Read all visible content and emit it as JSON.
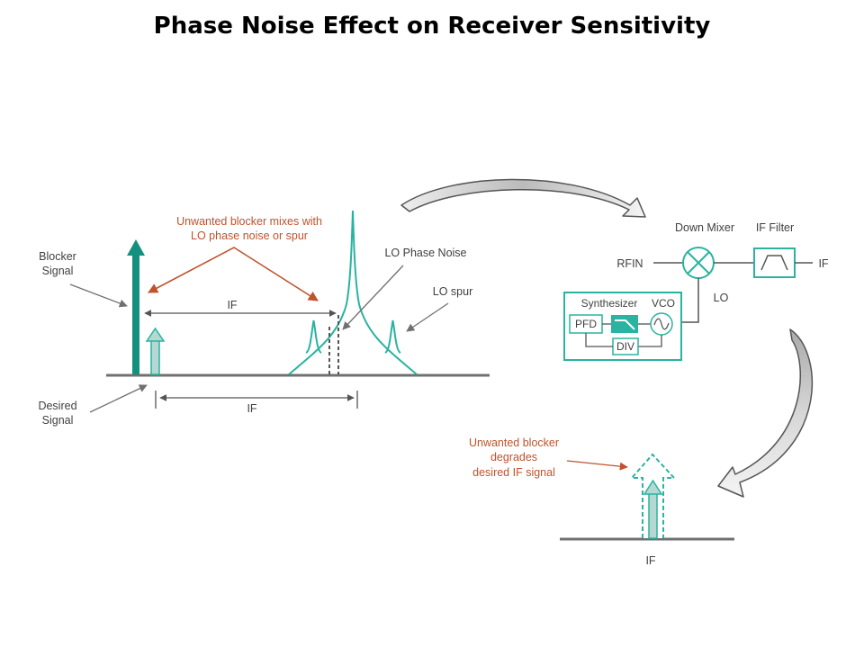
{
  "title": "Phase Noise Effect on Receiver Sensitivity",
  "spectrum": {
    "annotation": [
      "Unwanted blocker mixes with",
      "LO phase noise or spur"
    ],
    "blocker_signal": [
      "Blocker",
      "Signal"
    ],
    "desired_signal": [
      "Desired",
      "Signal"
    ],
    "lo_phase_noise": "LO Phase Noise",
    "lo_spur": "LO spur",
    "if_upper": "IF",
    "if_lower": "IF"
  },
  "receiver": {
    "down_mixer": "Down Mixer",
    "if_filter": "IF Filter",
    "rfin": "RFIN",
    "if_out": "IF",
    "lo": "LO",
    "synthesizer": "Synthesizer",
    "vco": "VCO",
    "pfd": "PFD",
    "div": "DIV"
  },
  "output": {
    "annotation": [
      "Unwanted blocker",
      "degrades",
      "desired IF signal"
    ],
    "if_label": "IF"
  },
  "colors": {
    "teal_dark": "#16907e",
    "teal": "#2ab3a0",
    "teal_light": "#b5d9d2",
    "gray_line": "#707070",
    "red_text": "#c0522c",
    "text": "#404040"
  }
}
